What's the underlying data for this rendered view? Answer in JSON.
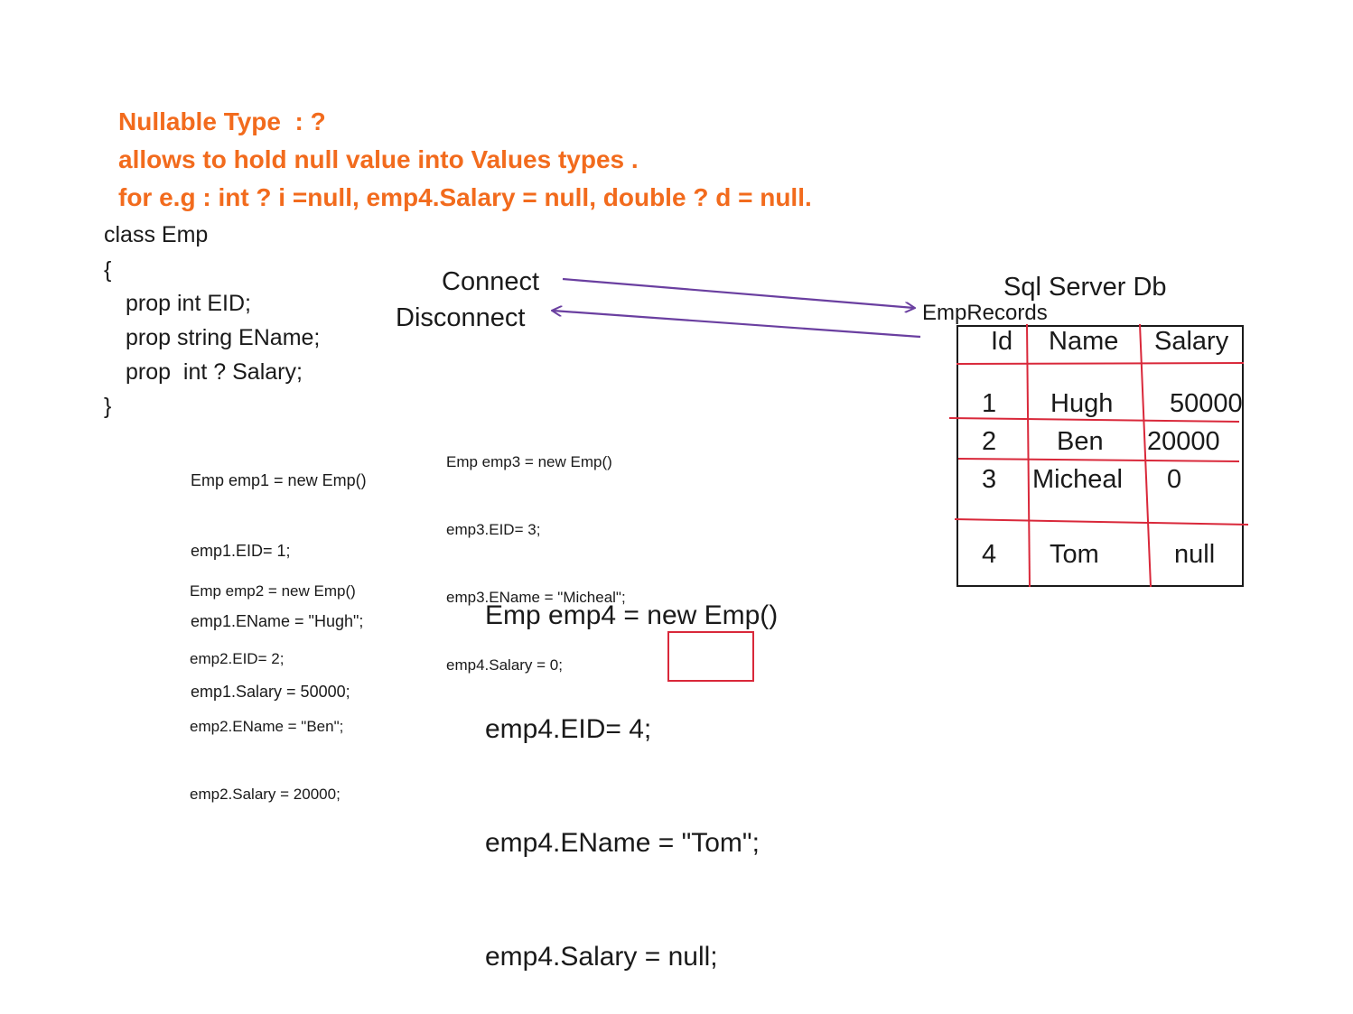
{
  "colors": {
    "heading": "#f26b1d",
    "arrow": "#6a3fa0",
    "grid_lines": "#d9283a",
    "text": "#1a1a1a"
  },
  "heading": {
    "line1": "Nullable Type  : ?",
    "line2": "allows to hold null value into Values types .",
    "line3": "for e.g : int ? i =null, emp4.Salary = null, double ? d = null."
  },
  "class_def": {
    "line1": "class Emp",
    "line2": "{",
    "line3": "prop int EID;",
    "line4": "prop string EName;",
    "line5": "prop  int ? Salary;",
    "line6": "}"
  },
  "emp1": {
    "line1": "Emp emp1 = new Emp()",
    "line2": "emp1.EID= 1;",
    "line3": "emp1.EName = \"Hugh\";",
    "line4": "emp1.Salary = 50000;"
  },
  "emp2": {
    "line1": "Emp emp2 = new Emp()",
    "line2": "emp2.EID= 2;",
    "line3": "emp2.EName = \"Ben\";",
    "line4": "emp2.Salary = 20000;"
  },
  "emp3": {
    "line1": "Emp emp3 = new Emp()",
    "line2": "emp3.EID= 3;",
    "line3": "emp3.EName = \"Micheal\";",
    "line4": "emp4.Salary = 0;"
  },
  "emp4": {
    "line1": "Emp emp4 = new Emp()",
    "line2": "emp4.EID= 4;",
    "line3": "emp4.EName = \"Tom\";",
    "line4_prefix": "emp4.Salary = ",
    "line4_value": "null;"
  },
  "connection": {
    "connect": "Connect",
    "disconnect": "Disconnect"
  },
  "database": {
    "title": "Sql Server Db",
    "table_name": "EmpRecords",
    "headers": [
      "Id",
      "Name",
      "Salary"
    ],
    "rows": [
      [
        "1",
        "Hugh",
        "50000"
      ],
      [
        "2",
        "Ben",
        "20000"
      ],
      [
        "3",
        "Micheal",
        "0"
      ],
      [
        "4",
        "Tom",
        "null"
      ]
    ]
  }
}
